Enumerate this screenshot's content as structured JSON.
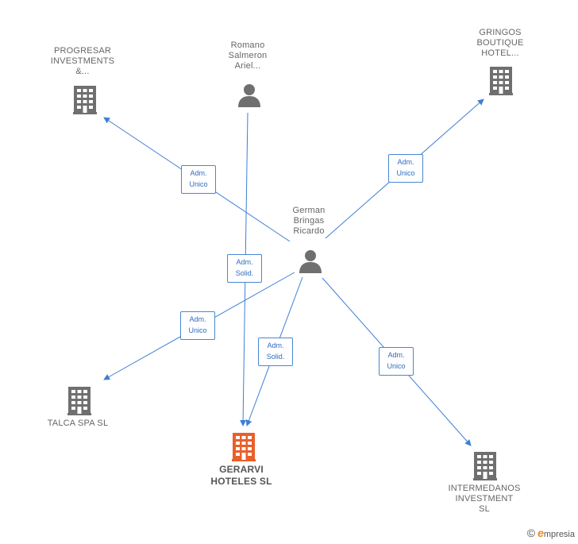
{
  "nodes": {
    "progresar": {
      "lines": [
        "PROGRESAR",
        "INVESTMENTS",
        "&..."
      ],
      "type": "company"
    },
    "romano": {
      "lines": [
        "Romano",
        "Salmeron",
        "Ariel..."
      ],
      "type": "person"
    },
    "gringos": {
      "lines": [
        "GRINGOS",
        "BOUTIQUE",
        "HOTEL..."
      ],
      "type": "company"
    },
    "german": {
      "lines": [
        "German",
        "Bringas",
        "Ricardo"
      ],
      "type": "person"
    },
    "talca": {
      "lines": [
        "TALCA SPA SL"
      ],
      "type": "company"
    },
    "gerarvi": {
      "lines": [
        "GERARVI",
        "HOTELES SL"
      ],
      "type": "company-main"
    },
    "intermedanos": {
      "lines": [
        "INTERMEDANOS",
        "INVESTMENT",
        "SL"
      ],
      "type": "company"
    }
  },
  "edges": [
    {
      "id": "german-progresar",
      "from": "german",
      "to": "progresar",
      "label": [
        "Adm.",
        "Unico"
      ]
    },
    {
      "id": "romano-gerarvi",
      "from": "romano",
      "to": "gerarvi",
      "label": [
        "Adm.",
        "Solid."
      ]
    },
    {
      "id": "german-gringos",
      "from": "german",
      "to": "gringos",
      "label": [
        "Adm.",
        "Unico"
      ]
    },
    {
      "id": "german-talca",
      "from": "german",
      "to": "talca",
      "label": [
        "Adm.",
        "Unico"
      ]
    },
    {
      "id": "german-gerarvi",
      "from": "german",
      "to": "gerarvi",
      "label": [
        "Adm.",
        "Solid."
      ]
    },
    {
      "id": "german-intermedanos",
      "from": "german",
      "to": "intermedanos",
      "label": [
        "Adm.",
        "Unico"
      ]
    }
  ],
  "colors": {
    "edge": "#3d7fd6",
    "icon": "#6f6f6f",
    "main": "#e8602c",
    "badge_text": "#2f6cc0"
  },
  "footer": {
    "copyright": "©",
    "brand_initial": "e",
    "brand_rest": "mpresia"
  }
}
